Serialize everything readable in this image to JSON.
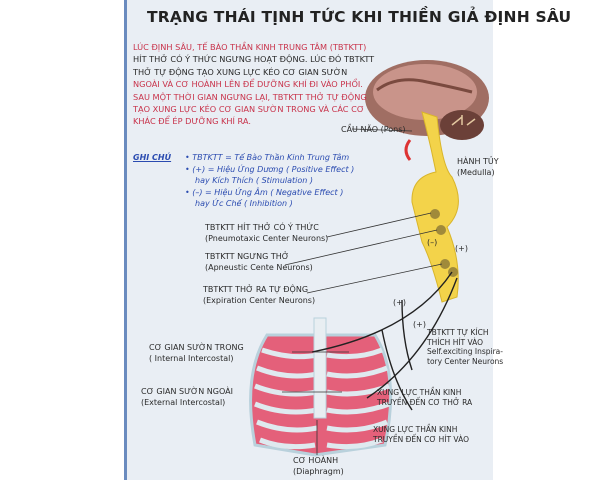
{
  "title": "TRẠNG THÁI TỊNH TỨC KHI THIỀN GIẢ ĐỊNH SÂU",
  "intro_lines": [
    "LÚC ĐỊNH SÂU, TẾ BÀO THẦN KINH TRUNG TÂM (TBTKTT)",
    "HÍT THỞ CÓ Ý THỨC  NGƯNG HOẠT ĐỘNG. LÚC ĐÓ TBTKTT",
    "THỞ TỰ ĐỘNG  TẠO XUNG LỰC KÉO  CƠ GIAN SƯỜN",
    "NGOÀI  VÀ  CƠ HOÀNH LÊN ĐỂ DƯỠNG KHÍ ĐI VÀO PHỔI.",
    "SAU MỘT THỜI GIAN NGƯNG LẠI, TBTKTT THỞ TỰ ĐỘNG",
    "TẠO XUNG LỰC KÉO CƠ GIAN SƯỜN TRONG VÀ CÁC  CƠ",
    "KHÁC ĐỂ ÉP DƯỠNG KHÍ RA."
  ],
  "notes": {
    "heading": "GHI CHÚ",
    "items": [
      "• TBTKTT = Tế Bào Thần Kinh Trung Tâm",
      "• (+) = Hiệu Ứng Dương ( Positive Effect )",
      "hay Kích Thích ( Stimulation )",
      "• (–) = Hiệu Ứng Âm ( Negative Effect )",
      "hay Ức Chế ( Inhibition )"
    ]
  },
  "labels": {
    "pons": "CẦU NÃO (Pons)",
    "medulla_vi": "HÀNH TỦY",
    "medulla_en": "(Medulla)",
    "pneumotaxic_vi": "TBTKTT HÍT THỞ CÓ Ý THỨC",
    "pneumotaxic_en": "(Pneumotaxic Center Neurons)",
    "apneustic_vi": "TBTKTT  NGƯNG THỞ",
    "apneustic_en": "(Apneustic Cente Neurons)",
    "expiration_vi": "TBTKTT THỞ RA TỰ ĐỘNG",
    "expiration_en": "(Expiration Center Neurons)",
    "internal_vi": "CƠ GIAN SƯỜN TRONG",
    "internal_en": "( Internal Intercostal)",
    "external_vi": "CƠ GIAN SƯỜN NGOÀI",
    "external_en": "(External Intercostal)",
    "diaphragm_vi": "CƠ HOÀNH",
    "diaphragm_en": "(Diaphragm)",
    "selfexc_1": "TBTKTT TỰ KÍCH",
    "selfexc_2": "THÍCH HÍT VÀO",
    "selfexc_3": "Self.exciting Inspira-",
    "selfexc_4": "tory Center Neurons",
    "out_1": "XUNG LỰC THẦN KINH",
    "out_2": "TRUYỀN ĐẾN CƠ THỞ RA",
    "in_1": "XUNG LỰC THẦN KINH",
    "in_2": "TRUYỀN ĐẾN CƠ HÍT VÀO",
    "plus": "(+)",
    "minus": "(–)"
  },
  "colors": {
    "text_red": "#c8324a",
    "note_blue": "#2a4bb0",
    "stem_yellow": "#f3d34a",
    "muscle_pink": "#e4607a"
  }
}
